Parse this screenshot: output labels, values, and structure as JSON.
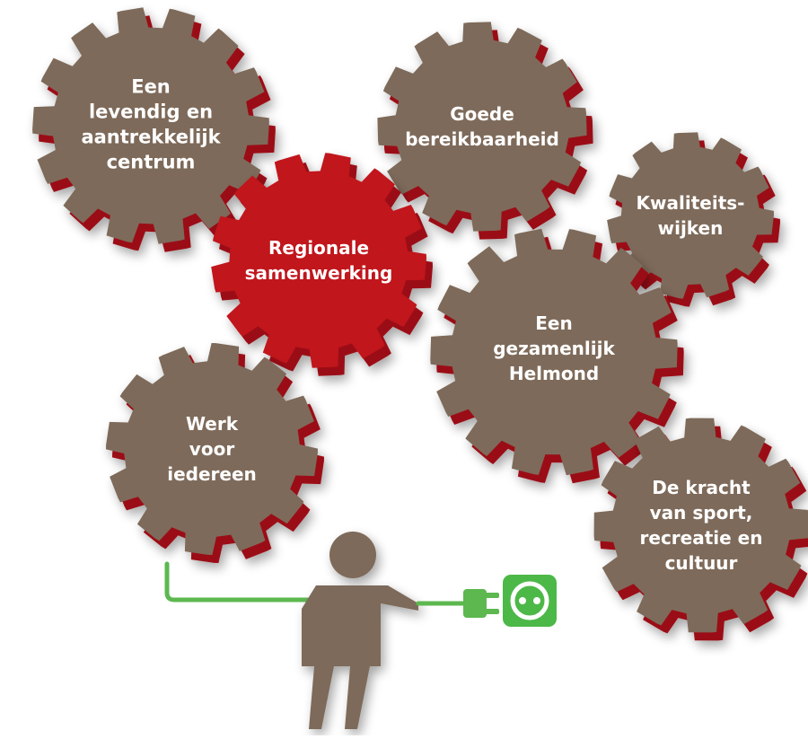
{
  "colors": {
    "gear_brown": "#7e6a5a",
    "gear_red": "#c0141c",
    "gear_shadow": "#9b0d16",
    "person": "#7e6a5a",
    "cable_green": "#5cb84f",
    "socket_green": "#4cb848"
  },
  "gears": [
    {
      "id": "gear-levendig-centrum",
      "type": "brown",
      "lines": [
        "Een",
        "levendig en",
        "aantrekkelijk",
        "centrum"
      ]
    },
    {
      "id": "gear-bereikbaarheid",
      "type": "brown",
      "lines": [
        "Goede",
        "bereikbaarheid"
      ]
    },
    {
      "id": "gear-kwaliteitswijken",
      "type": "brown",
      "lines": [
        "Kwaliteits-",
        "wijken"
      ]
    },
    {
      "id": "gear-regionale-samenwerking",
      "type": "red",
      "lines": [
        "Regionale",
        "samenwerking"
      ]
    },
    {
      "id": "gear-gezamenlijk-helmond",
      "type": "brown",
      "lines": [
        "Een",
        "gezamenlijk",
        "Helmond"
      ]
    },
    {
      "id": "gear-werk-voor-iedereen",
      "type": "brown",
      "lines": [
        "Werk",
        "voor",
        "iedereen"
      ]
    },
    {
      "id": "gear-kracht-sport",
      "type": "brown",
      "lines": [
        "De kracht",
        "van sport,",
        "recreatie en",
        "cultuur"
      ]
    }
  ],
  "icons": {
    "person": "person-icon",
    "plug": "plug-icon",
    "socket": "power-socket-icon",
    "cable": "cable-line"
  }
}
